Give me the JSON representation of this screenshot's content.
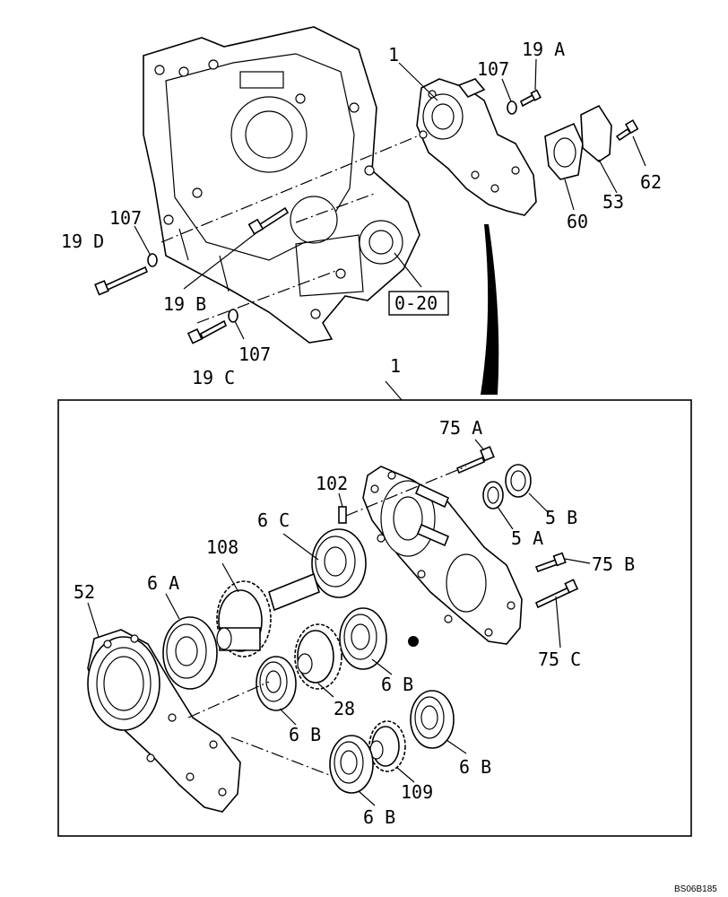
{
  "callouts": {
    "c1_top": "1",
    "c19a": "19 A",
    "c107_top": "107",
    "c62": "62",
    "c53": "53",
    "c60": "60",
    "c107_left": "107",
    "c19d": "19 D",
    "c19b": "19 B",
    "c107_bot": "107",
    "c19c": "19 C",
    "ref_box": "0-20",
    "c1_detail": "1",
    "c75a": "75 A",
    "c102": "102",
    "c6c": "6 C",
    "c5b": "5 B",
    "c5a": "5 A",
    "c75b": "75 B",
    "c108": "108",
    "c6a": "6 A",
    "c52": "52",
    "c75c": "75 C",
    "c6b_1": "6 B",
    "c28": "28",
    "c6b_2": "6 B",
    "c6b_3": "6 B",
    "c109": "109",
    "c6b_4": "6 B"
  },
  "figure_code": "BS06B185"
}
